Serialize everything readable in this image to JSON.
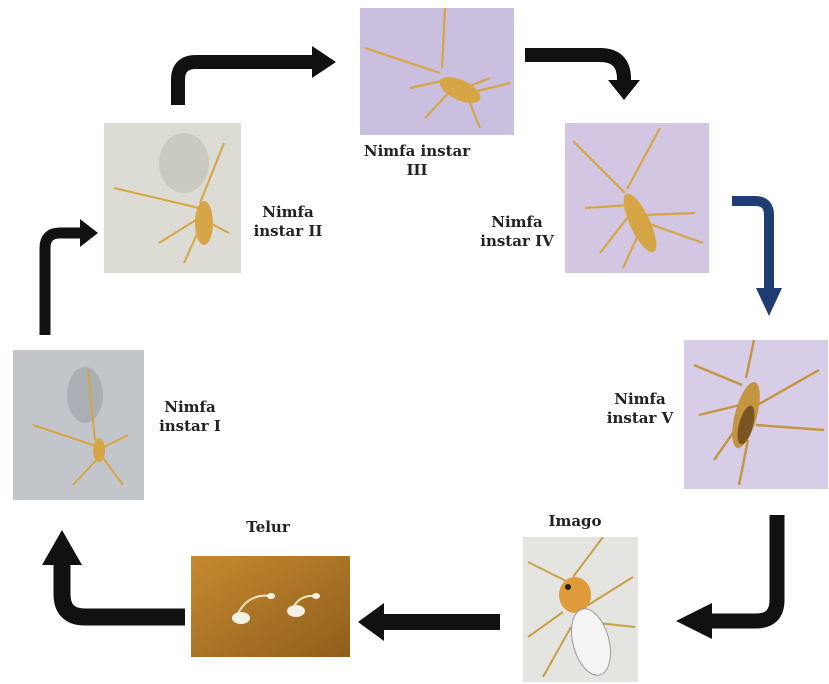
{
  "stages": {
    "nymph1": {
      "line1": "Nimfa",
      "line2": "instar I",
      "bg": "#c9ccd0"
    },
    "nymph2": {
      "line1": "Nimfa",
      "line2": "instar II",
      "bg": "#dcdcd4"
    },
    "nymph3": {
      "line1": "Nimfa instar",
      "line2": "III",
      "bg": "#cbbfe0"
    },
    "nymph4": {
      "line1": "Nimfa",
      "line2": "instar IV",
      "bg": "#d2c6e2"
    },
    "nymph5": {
      "line1": "Nimfa",
      "line2": "instar V",
      "bg": "#d8cde6"
    },
    "imago": {
      "line1": "Imago",
      "bg": "#e4e4e0"
    },
    "egg": {
      "line1": "Telur",
      "bg": "#b07a2a"
    }
  },
  "colors": {
    "arrow": "#111111",
    "arrow_blue": "#1f3d73",
    "insect": "#d6a545"
  }
}
